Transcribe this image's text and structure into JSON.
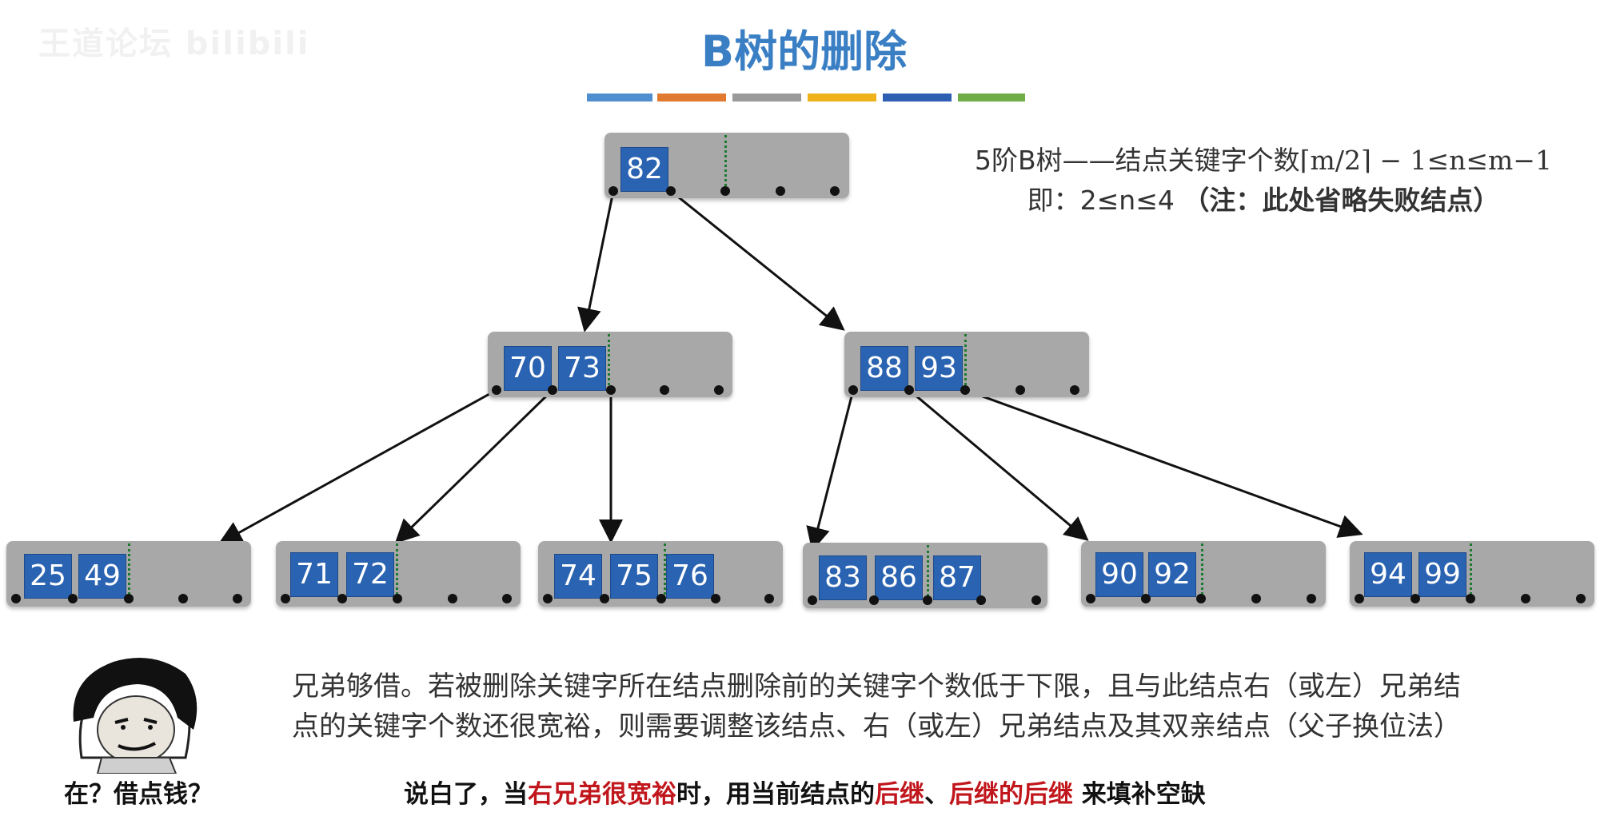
{
  "watermark": "王道论坛 bilibili",
  "title": "B树的删除",
  "color_bar": [
    "#4f8fd0",
    "#e07a30",
    "#9a9a9a",
    "#efb21a",
    "#2f5fb3",
    "#6fad46"
  ],
  "spec": {
    "line1_prefix": "5阶B树——结点关键字个数",
    "line1_formula": "⌈m/2⌉ − 1≤n≤m−1",
    "line2_prefix": "即：2≤n≤4 ",
    "line2_note": "（注：此处省略失败结点）"
  },
  "tree": {
    "root": {
      "keys": [
        "82"
      ]
    },
    "level1": [
      {
        "keys": [
          "70",
          "73"
        ]
      },
      {
        "keys": [
          "88",
          "93"
        ]
      }
    ],
    "leaves": [
      {
        "keys": [
          "25",
          "49"
        ]
      },
      {
        "keys": [
          "71",
          "72"
        ]
      },
      {
        "keys": [
          "74",
          "75",
          "76"
        ]
      },
      {
        "keys": [
          "83",
          "86",
          "87"
        ]
      },
      {
        "keys": [
          "90",
          "92"
        ]
      },
      {
        "keys": [
          "94",
          "99"
        ]
      }
    ]
  },
  "description": {
    "line1": "兄弟够借。若被删除关键字所在结点删除前的关键字个数低于下限，且与此结点右（或左）兄弟结",
    "line2": "点的关键字个数还很宽裕，则需要调整该结点、右（或左）兄弟结点及其双亲结点（父子换位法）"
  },
  "summary": {
    "part1": "说白了，当",
    "part2": "右兄弟很宽裕",
    "part3": "时，用当前结点的",
    "part4": "后继",
    "part5": "、",
    "part6": "后继的后继",
    "part7": " 来填补空缺"
  },
  "avatar_caption": "在？借点钱？"
}
